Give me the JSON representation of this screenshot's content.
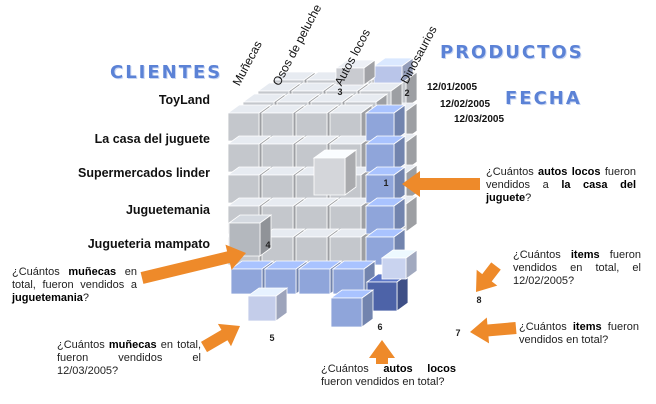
{
  "titles": {
    "clientes": "CLIENTES",
    "productos": "PRODUCTOS",
    "fecha": "FECHA"
  },
  "clientes": [
    "ToyLand",
    "La casa del juguete",
    "Supermercados linder",
    "Juguetemania",
    "Jugueteria mampato"
  ],
  "productos": [
    "Muñecas",
    "Osos de peluche",
    "Autos locos",
    "Dinosaurios"
  ],
  "fechas": [
    "12/01/2005",
    "12/02/2005",
    "12/03/2005"
  ],
  "cell_numbers": [
    "1",
    "2",
    "3",
    "4",
    "5",
    "6",
    "7",
    "8"
  ],
  "questions": {
    "q1": {
      "a": "¿Cuántos ",
      "b": "autos locos",
      "c": " fueron vendidos a ",
      "d": "la casa del juguete",
      "e": "?"
    },
    "q4": {
      "a": "¿Cuántos ",
      "b": "muñecas",
      "c": " en total, fueron vendidos a ",
      "d": "juguetemania",
      "e": "?"
    },
    "q8": {
      "a": "¿Cuántos ",
      "b": "items",
      "c": " fueron vendidos en total, el 12/02/2005?"
    },
    "q7": {
      "a": "¿Cuántos ",
      "b": "items",
      "c": " fueron vendidos en total?"
    },
    "q5": {
      "a": "¿Cuántos ",
      "b": "muñecas",
      "c": " en total, fueron vendidos el 12/03/2005?"
    },
    "q6": {
      "a": "¿Cuántos ",
      "b": "autos locos",
      "c": " fueron vendidos en total?"
    }
  },
  "colors": {
    "gray_front": "#c4c7cc",
    "gray_top": "#e2e4e7",
    "gray_side": "#9fa3aa",
    "blue": "#8fa5da",
    "blue_dark": "#4d63a8",
    "arrow": "#ee8a2a",
    "title": "#5b82d6"
  }
}
